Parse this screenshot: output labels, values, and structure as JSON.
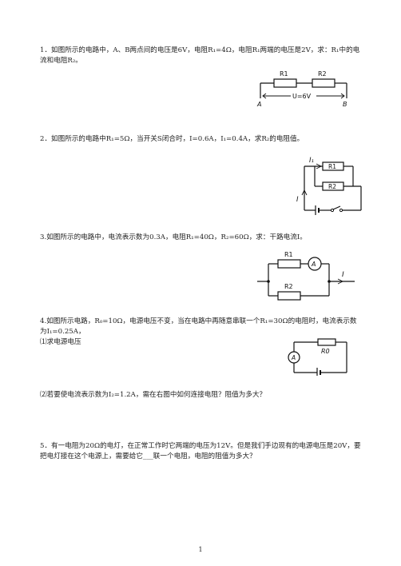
{
  "q1": {
    "text": "1．如图所示的电路中，A、B两点间的电压是6V，电阻R₁=4Ω，电阻R₁两端的电压是2V，求：R₁中的电流和电阻R₂。",
    "fig": {
      "r1": "R1",
      "r2": "R2",
      "u": "U=6V",
      "a": "A",
      "b": "B"
    }
  },
  "q2": {
    "text": "2．如图所示的电路中R₁=5Ω，当开关S闭合时，I=0.6A，I₁=0.4A，求R₂的电阻值。",
    "fig": {
      "i1": "I₁",
      "r1": "R1",
      "r2": "R2",
      "i": "I"
    }
  },
  "q3": {
    "text": "3.如图所示的电路中，电流表示数为0.3A，电阻R₁=40Ω，R₂=60Ω，求：干路电流I。",
    "fig": {
      "r1": "R1",
      "r2": "R2",
      "ammeter": "A",
      "i": "I"
    }
  },
  "q4": {
    "text": "4.如图所示电路，R₀=10Ω，电源电压不变，当在电路中再随意串联一个R₁=30Ω的电阻时，电流表示数为I₁=0.25A，",
    "sub1": "⑴求电源电压",
    "sub2": "⑵若要使电流表示数为I₂=1.2A，需在右图中如何连接电阻？阻值为多大？",
    "fig": {
      "ammeter": "A",
      "r0": "R0"
    }
  },
  "q5": {
    "text": "5．有一电阻为20Ω的电灯，在正常工作时它两端的电压为12V。但是我们手边现有的电源电压是20V，要把电灯接在这个电源上，需要给它___联一个电阻，电阻的阻值为多大？"
  },
  "page_number": "1"
}
